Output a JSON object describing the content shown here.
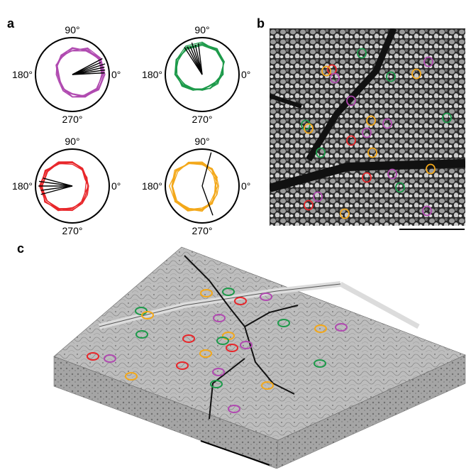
{
  "panels": {
    "a": {
      "label": "a"
    },
    "b": {
      "label": "b"
    },
    "c": {
      "label": "c"
    }
  },
  "polar_plots": [
    {
      "color": "#b04ab0",
      "angle_labels": {
        "top": "90°",
        "left": "180°",
        "right": "0°",
        "bottom": "270°"
      },
      "preferred_directions_deg": [
        3,
        8,
        13,
        18,
        23,
        28
      ]
    },
    {
      "color": "#1d9a4a",
      "angle_labels": {
        "top": "90°",
        "left": "180°",
        "right": "0°",
        "bottom": "270°"
      },
      "preferred_directions_deg": [
        97,
        103,
        108,
        113,
        118,
        123
      ]
    },
    {
      "color": "#e8262a",
      "angle_labels": {
        "top": "90°",
        "left": "180°",
        "right": "0°",
        "bottom": "270°"
      },
      "preferred_directions_deg": [
        165,
        172,
        180,
        188,
        195
      ]
    },
    {
      "color": "#f3a81a",
      "angle_labels": {
        "top": "90°",
        "left": "180°",
        "right": "0°",
        "bottom": "270°"
      },
      "preferred_directions_deg": [
        75,
        290
      ]
    }
  ],
  "legend_colors": {
    "magenta": "#b04ab0",
    "green": "#1d9a4a",
    "red": "#e8262a",
    "orange": "#f3a81a"
  }
}
